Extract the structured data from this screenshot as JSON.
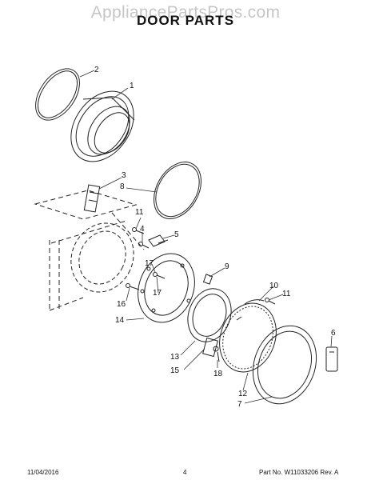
{
  "watermark": "AppliancePartsPros.com",
  "title": "DOOR PARTS",
  "callouts": [
    "2",
    "1",
    "3",
    "8",
    "11",
    "4",
    "5",
    "17",
    "9",
    "17",
    "10",
    "11",
    "16",
    "14",
    "6",
    "13",
    "15",
    "18",
    "12",
    "7"
  ],
  "footer": {
    "date": "11/04/2016",
    "page": "4",
    "part_info": "Part No. W11033206  Rev. A"
  }
}
